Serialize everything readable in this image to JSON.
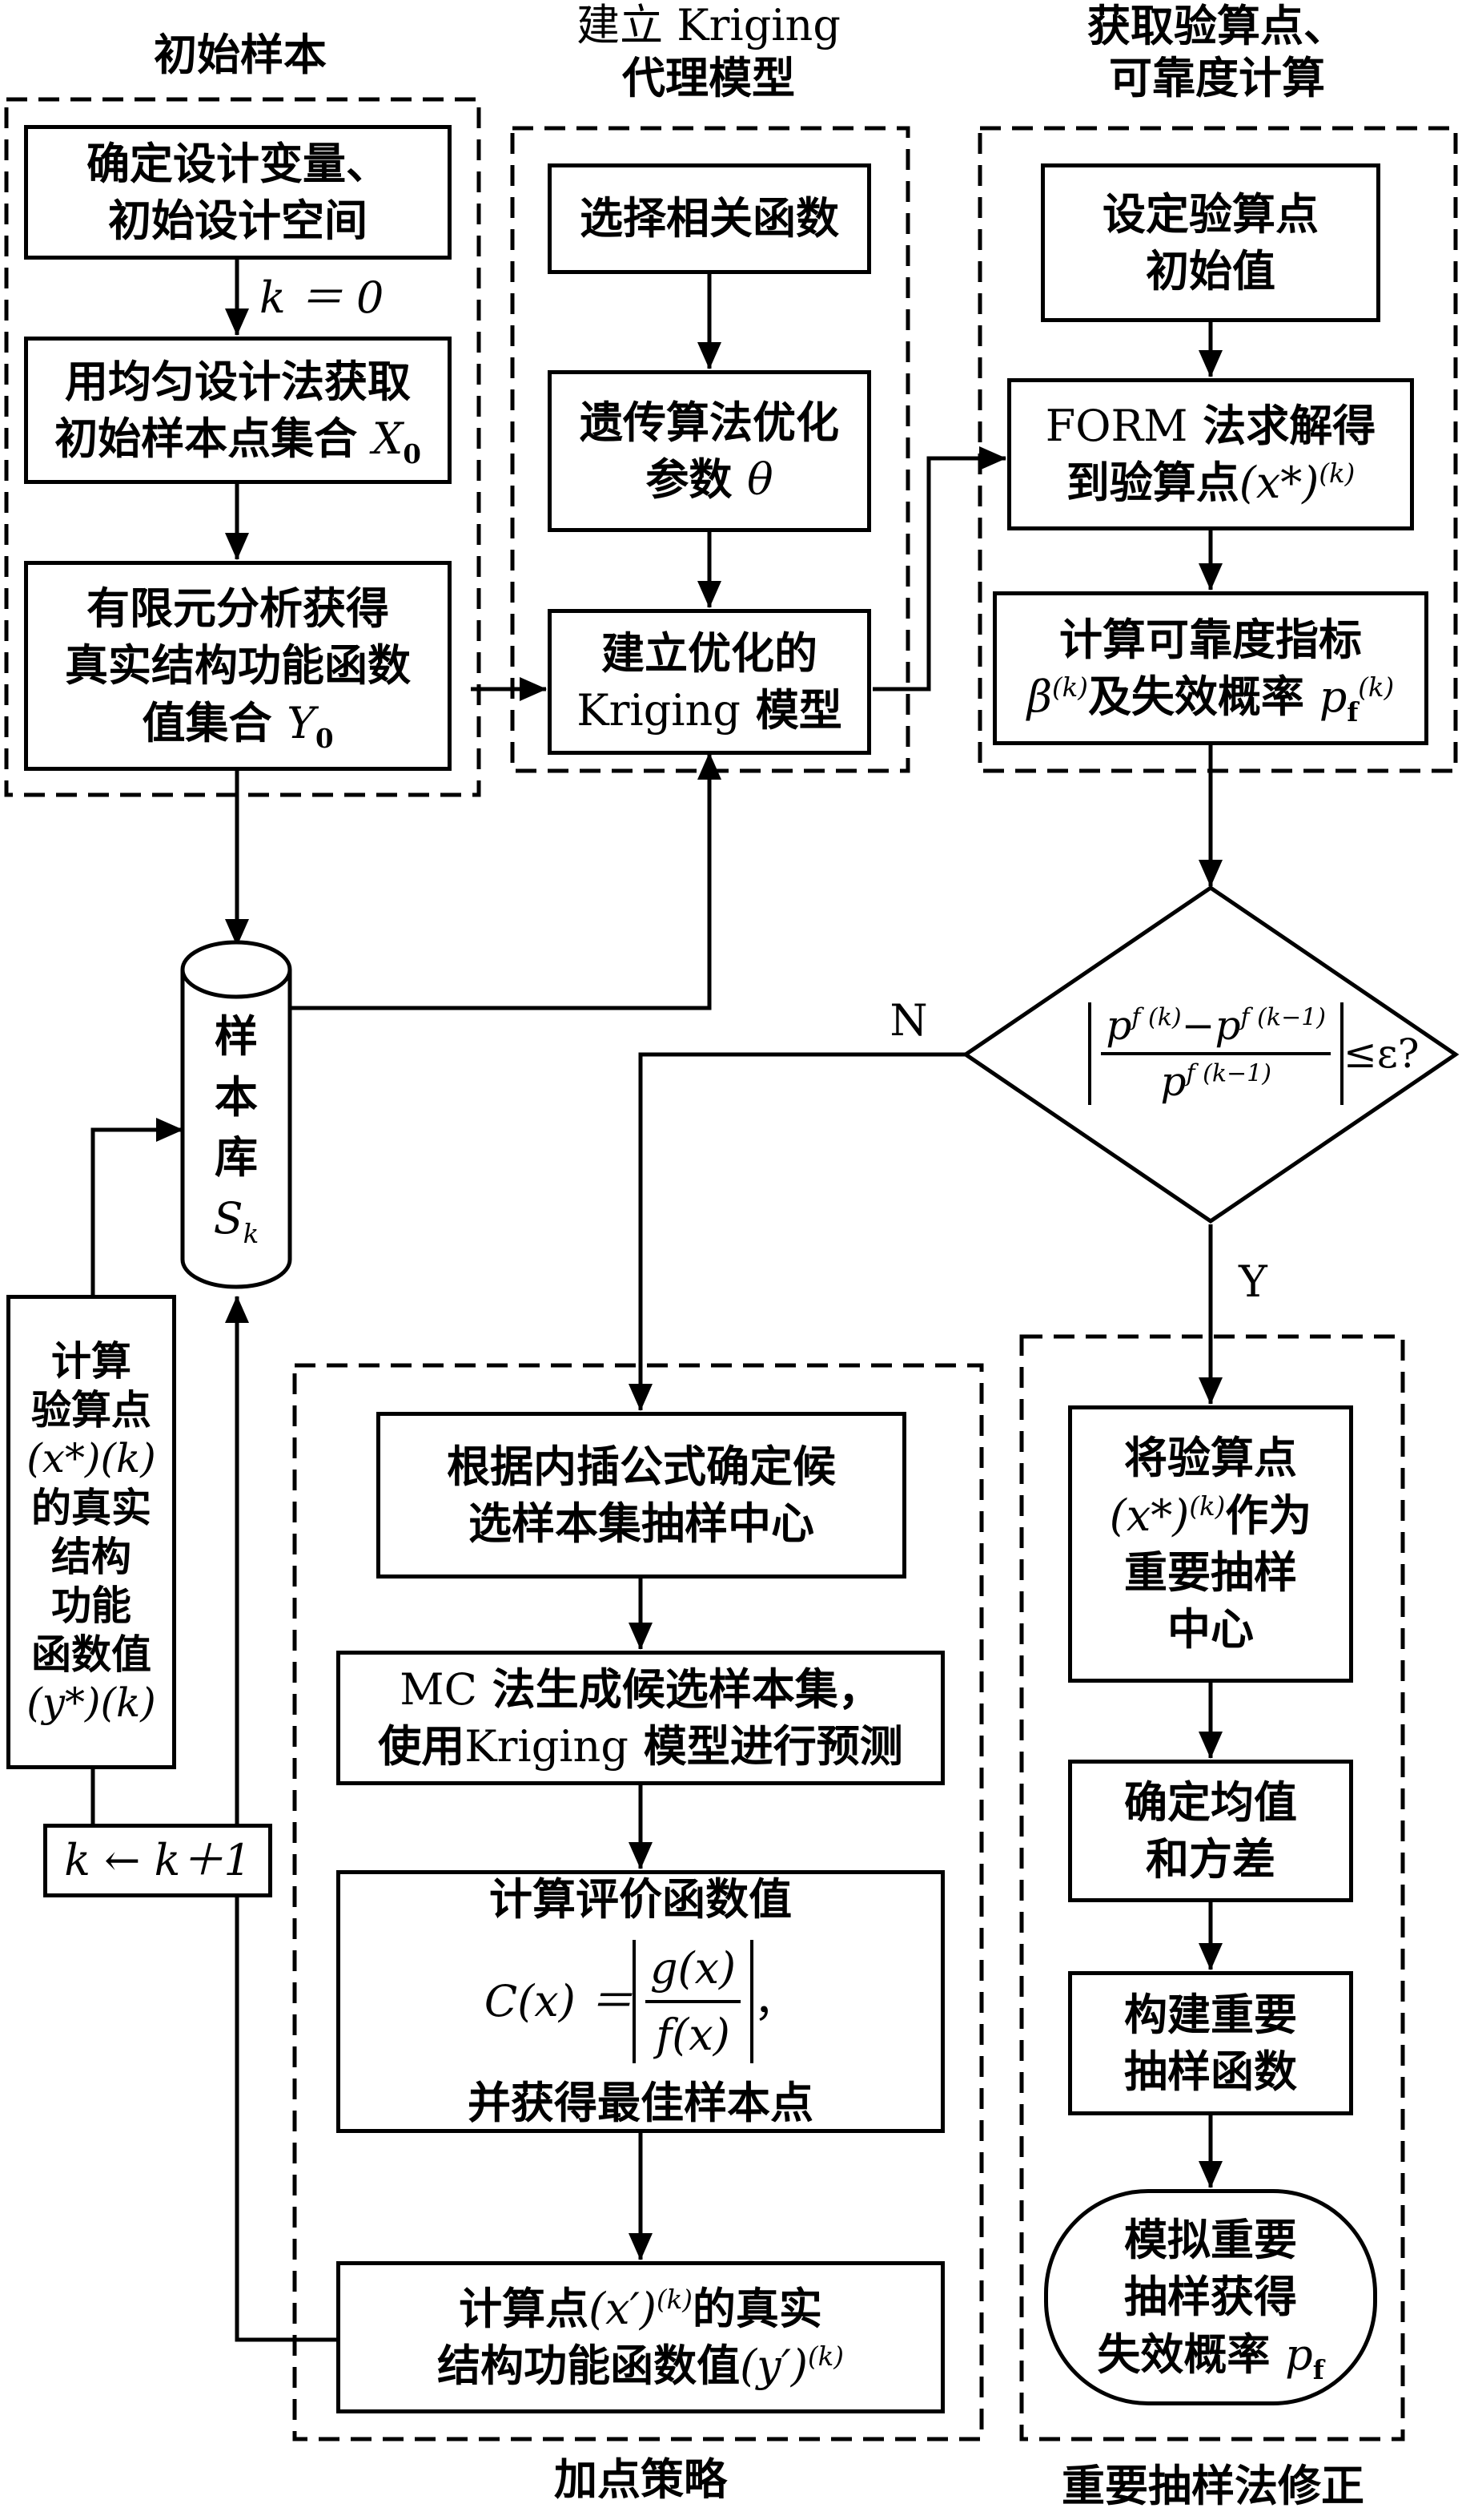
{
  "groups": {
    "initial_sample": "初始样本",
    "kriging_line1": "建立 Kriging",
    "kriging_line2": "代理模型",
    "reliability_line1": "获取验算点、",
    "reliability_line2": "可靠度计算",
    "add_point": "加点策略",
    "importance": "重要抽样法修正"
  },
  "boxes": {
    "design_vars_1": "确定设计变量、",
    "design_vars_2": "初始设计空间",
    "k_zero": "k ＝ 0",
    "uniform_1": "用均匀设计法获取",
    "uniform_2a": "初始样本点集合 ",
    "uniform_2b": "X",
    "uniform_2c": "0",
    "fea_1": "有限元分析获得",
    "fea_2": "真实结构功能函数",
    "fea_3a": "值集合 ",
    "fea_3b": "Y",
    "fea_3c": "0",
    "corr": "选择相关函数",
    "ga_1": "遗传算法优化",
    "ga_2a": "参数 ",
    "ga_2b": "θ",
    "build_1": "建立优化的",
    "build_2a": "Kriging",
    "build_2b": " 模型",
    "init_pt_1": "设定验算点",
    "init_pt_2": "初始值",
    "form_1a": "FORM",
    "form_1b": " 法求解得",
    "form_2a": "到验算点",
    "form_2b": "(x*)",
    "form_2c": "(k)",
    "rel_1": "计算可靠度指标",
    "rel_2a": "β",
    "rel_2b": "(k)",
    "rel_2c": "及失效概率 ",
    "rel_2d": "p",
    "rel_2e": "f",
    "rel_2f": "(k)",
    "conv_num_a": "p",
    "conv_num_b": "f (k)",
    "conv_num_c": "−",
    "conv_num_d": "p",
    "conv_num_e": "f (k−1)",
    "conv_den_a": "p",
    "conv_den_b": "f (k−1)",
    "conv_tail": "≤ε?",
    "lib_1": "样",
    "lib_2": "本",
    "lib_3": "库",
    "lib_4a": "S",
    "lib_4b": "k",
    "calc_pt_1": "计算",
    "calc_pt_2": "验算点",
    "calc_pt_3": "(x*)(k)",
    "calc_pt_4": "的真实",
    "calc_pt_5": "结构",
    "calc_pt_6": "功能",
    "calc_pt_7": "函数值",
    "calc_pt_8": "(y*)(k)",
    "k_update": "k ← k＋1",
    "interp_1": "根据内插公式确定候",
    "interp_2": "选样本集抽样中心",
    "mc_1a": "MC",
    "mc_1b": " 法生成候选样本集，",
    "mc_2a": "使用",
    "mc_2b": "Kriging",
    "mc_2c": " 模型进行预测",
    "eval_1": "计算评价函数值",
    "eval_2a": "C(x) ＝ ",
    "eval_2b": "g(x)",
    "eval_2c": "f(x)",
    "eval_2d": "，",
    "eval_3": "并获得最佳样本点",
    "best_1a": "计算点",
    "best_1b": "(x′)",
    "best_1c": "(k)",
    "best_1d": "的真实",
    "best_2a": "结构功能函数值",
    "best_2b": "(y′)",
    "best_2c": "(k)",
    "imp_1": "将验算点",
    "imp_2a": "(x*)",
    "imp_2b": "(k)",
    "imp_2c": "作为",
    "imp_3": "重要抽样",
    "imp_4": "中心",
    "mean_1": "确定均值",
    "mean_2": "和方差",
    "build_is_1": "构建重要",
    "build_is_2": "抽样函数",
    "sim_1": "模拟重要",
    "sim_2": "抽样获得",
    "sim_3a": "失效概率 ",
    "sim_3b": "p",
    "sim_3c": "f"
  },
  "branches": {
    "no": "N",
    "yes": "Y"
  }
}
